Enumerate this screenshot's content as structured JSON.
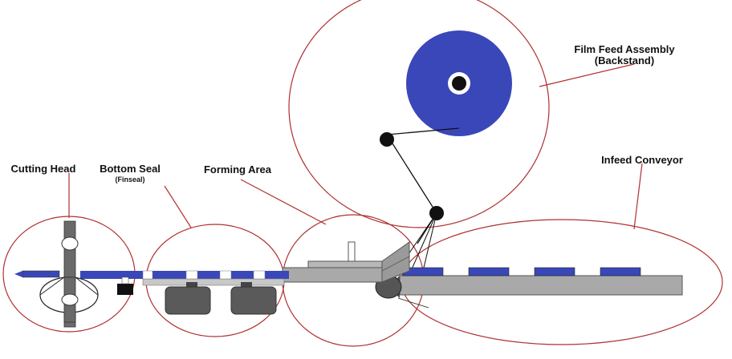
{
  "labels": {
    "film_feed": "Film Feed Assembly",
    "film_feed_sub": "(Backstand)",
    "infeed": "Infeed Conveyor",
    "cutting_head": "Cutting Head",
    "bottom_seal": "Bottom Seal",
    "bottom_seal_sub": "(Finseal)",
    "forming_area": "Forming Area"
  },
  "colors": {
    "callout_circle": "#b03030",
    "film_roll": "#3a47b8",
    "machine_gray": "#a9a9a9",
    "dark_gray": "#5a5a5a",
    "product_blue": "#3a47b8",
    "black": "#111111"
  }
}
